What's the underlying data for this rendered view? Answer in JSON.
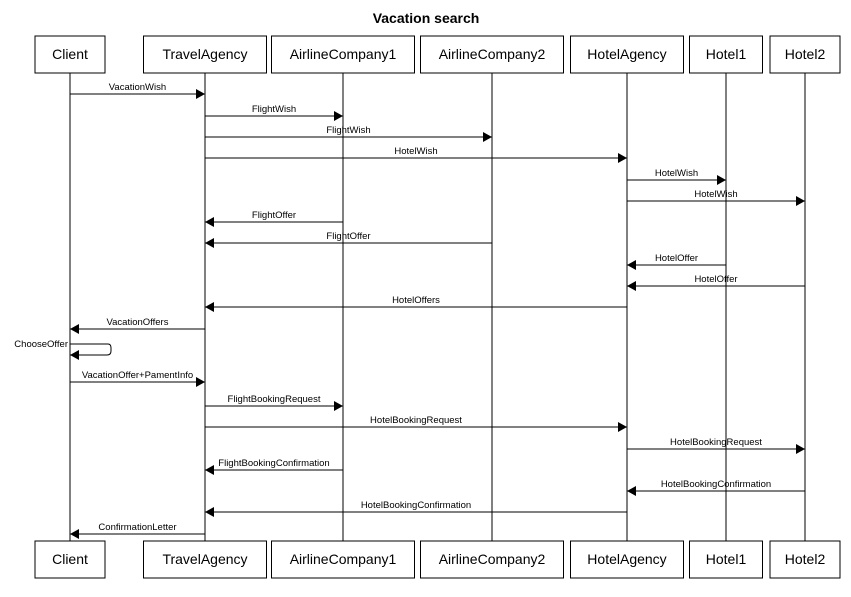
{
  "title": "Vacation search",
  "participants": [
    {
      "id": "client",
      "label": "Client"
    },
    {
      "id": "travel",
      "label": "TravelAgency"
    },
    {
      "id": "air1",
      "label": "AirlineCompany1"
    },
    {
      "id": "air2",
      "label": "AirlineCompany2"
    },
    {
      "id": "hotelagency",
      "label": "HotelAgency"
    },
    {
      "id": "hotel1",
      "label": "Hotel1"
    },
    {
      "id": "hotel2",
      "label": "Hotel2"
    }
  ],
  "messages": [
    {
      "from": "client",
      "to": "travel",
      "label": "VacationWish"
    },
    {
      "from": "travel",
      "to": "air1",
      "label": "FlightWish"
    },
    {
      "from": "travel",
      "to": "air2",
      "label": "FlightWish"
    },
    {
      "from": "travel",
      "to": "hotelagency",
      "label": "HotelWish"
    },
    {
      "from": "hotelagency",
      "to": "hotel1",
      "label": "HotelWish"
    },
    {
      "from": "hotelagency",
      "to": "hotel2",
      "label": "HotelWish"
    },
    {
      "from": "air1",
      "to": "travel",
      "label": "FlightOffer"
    },
    {
      "from": "air2",
      "to": "travel",
      "label": "FlightOffer"
    },
    {
      "from": "hotel1",
      "to": "hotelagency",
      "label": "HotelOffer"
    },
    {
      "from": "hotel2",
      "to": "hotelagency",
      "label": "HotelOffer"
    },
    {
      "from": "hotelagency",
      "to": "travel",
      "label": "HotelOffers"
    },
    {
      "from": "travel",
      "to": "client",
      "label": "VacationOffers"
    },
    {
      "from": "client",
      "to": "client",
      "label": "ChooseOffer"
    },
    {
      "from": "client",
      "to": "travel",
      "label": "VacationOffer+PamentInfo"
    },
    {
      "from": "travel",
      "to": "air1",
      "label": "FlightBookingRequest"
    },
    {
      "from": "travel",
      "to": "hotelagency",
      "label": "HotelBookingRequest"
    },
    {
      "from": "hotelagency",
      "to": "hotel2",
      "label": "HotelBookingRequest"
    },
    {
      "from": "air1",
      "to": "travel",
      "label": "FlightBookingConfirmation"
    },
    {
      "from": "hotel2",
      "to": "hotelagency",
      "label": "HotelBookingConfirmation"
    },
    {
      "from": "hotelagency",
      "to": "travel",
      "label": "HotelBookingConfirmation"
    },
    {
      "from": "travel",
      "to": "client",
      "label": "ConfirmationLetter"
    }
  ]
}
